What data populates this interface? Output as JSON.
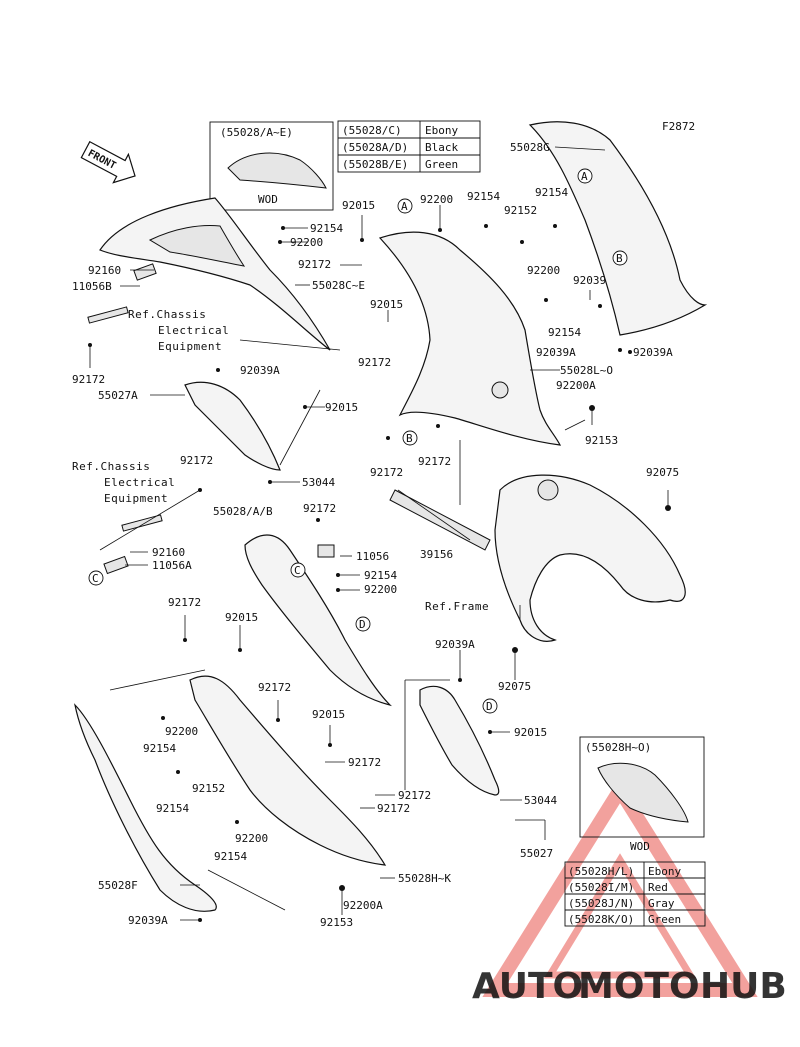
{
  "figure_code": "F2872",
  "front_label": "FRONT",
  "wod_box": {
    "title": "(55028/A~E)",
    "caption": "WOD"
  },
  "color_table_top": {
    "rows": [
      {
        "code": "(55028/C)",
        "color": "Ebony"
      },
      {
        "code": "(55028A/D)",
        "color": "Black"
      },
      {
        "code": "(55028B/E)",
        "color": "Green"
      }
    ]
  },
  "wod_box_lower": {
    "title": "(55028H~O)",
    "caption": "WOD"
  },
  "color_table_bottom": {
    "rows": [
      {
        "code": "(55028H/L)",
        "color": "Ebony"
      },
      {
        "code": "(55028I/M)",
        "color": "Red"
      },
      {
        "code": "(55028J/N)",
        "color": "Gray"
      },
      {
        "code": "(55028K/O)",
        "color": "Green"
      }
    ]
  },
  "callouts": {
    "A": "A",
    "B": "B",
    "C": "C",
    "D": "D"
  },
  "references": {
    "chassis_1": [
      "Ref.Chassis",
      "Electrical",
      "Equipment"
    ],
    "chassis_2": [
      "Ref.Chassis",
      "Electrical",
      "Equipment"
    ],
    "frame": "Ref.Frame"
  },
  "labels": {
    "p55028G": "55028G",
    "p92015_a": "92015",
    "p92200_a": "92200",
    "p92154_a": "92154",
    "p92154_b": "92154",
    "p92152_a": "92152",
    "p92154_c": "92154",
    "p92200_b": "92200",
    "p92172_a": "92172",
    "p92160_a": "92160",
    "p11056B": "11056B",
    "p55028CE": "55028C~E",
    "p92172_b": "92172",
    "p92015_b": "92015",
    "p92200_c": "92200",
    "p92039_a": "92039",
    "p92154_d": "92154",
    "p92039A_a": "92039A",
    "p92039A_b": "92039A",
    "p92172_c": "92172",
    "p55028LO": "55028L~O",
    "p92039A_c": "92039A",
    "p55027A": "55027A",
    "p92015_c": "92015",
    "p92200A_a": "92200A",
    "p92153_a": "92153",
    "p92172_d": "92172",
    "p92172_e": "92172",
    "p53044_a": "53044",
    "p92172_f": "92172",
    "p92075_a": "92075",
    "p55028AB": "55028/A/B",
    "p92172_g": "92172",
    "p39156": "39156",
    "p92160_b": "92160",
    "p11056": "11056",
    "p11056A": "11056A",
    "p92154_e": "92154",
    "p92200_d": "92200",
    "p92172_h": "92172",
    "p92015_d": "92015",
    "p92039A_d": "92039A",
    "p92075_b": "92075",
    "p92172_i": "92172",
    "p92200_e": "92200",
    "p92154_f": "92154",
    "p92015_e": "92015",
    "p92015_f": "92015",
    "p92172_j": "92172",
    "p92152_b": "92152",
    "p92154_g": "92154",
    "p92172_k": "92172",
    "p92172_l": "92172",
    "p53044_b": "53044",
    "p92200_f": "92200",
    "p92154_h": "92154",
    "p55027": "55027",
    "p55028F": "55028F",
    "p55028HK": "55028H~K",
    "p92200A_b": "92200A",
    "p92039A_e": "92039A",
    "p92153_b": "92153"
  },
  "watermark": {
    "part1": "AUTO",
    "part2": "MOTO",
    "part3": "HUB",
    "color1": "#f0b27a",
    "color2": "#e8554e",
    "color3": "#6b6b6b"
  }
}
